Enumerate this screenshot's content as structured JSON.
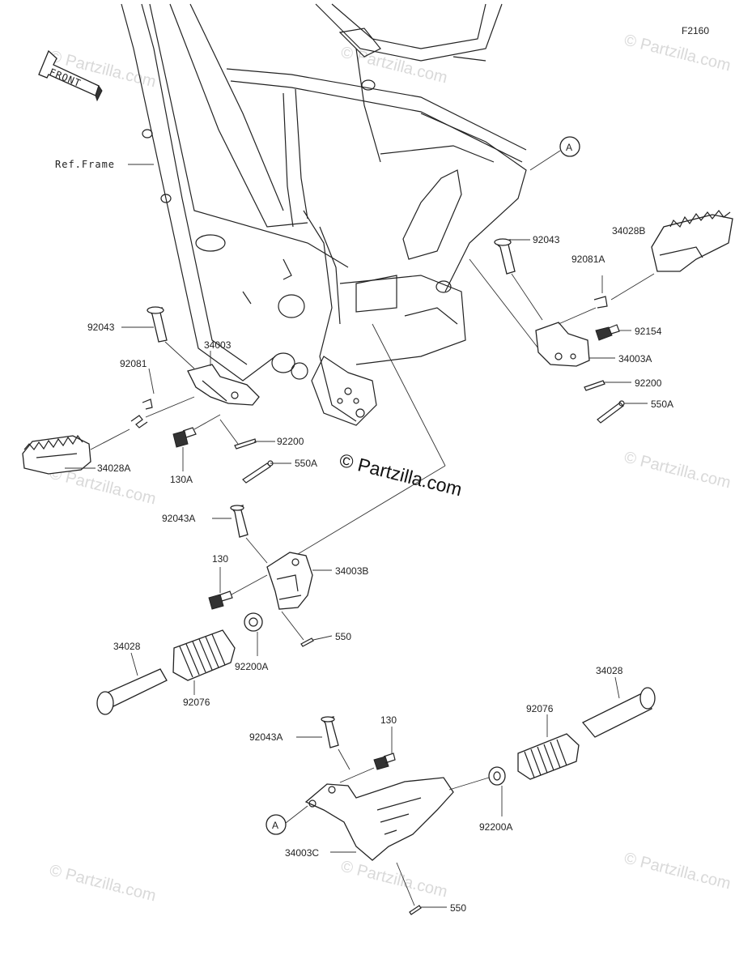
{
  "figure_code": "F2160",
  "front_label": "FRONT",
  "ref_frame_label": "Ref.Frame",
  "copyright": "© Partzilla.com",
  "watermark": "© Partzilla.com",
  "callout_letter": "A",
  "labels": {
    "p92043_left": "92043",
    "p92081": "92081",
    "p34003": "34003",
    "p34028A": "34028A",
    "p130A": "130A",
    "p92200_left": "92200",
    "p550A_left": "550A",
    "p92043_right": "92043",
    "p34028B": "34028B",
    "p92081A": "92081A",
    "p92154": "92154",
    "p34003A": "34003A",
    "p92200_right": "92200",
    "p550A_right": "550A",
    "p92043A_mid": "92043A",
    "p130_mid": "130",
    "p34003B": "34003B",
    "p550_mid": "550",
    "p34028_left": "34028",
    "p92076_left": "92076",
    "p92200A_left": "92200A",
    "p34028_right": "34028",
    "p92076_right": "92076",
    "p92043A_low": "92043A",
    "p130_low": "130",
    "p92200A_right": "92200A",
    "p34003C": "34003C",
    "p550_low": "550"
  }
}
